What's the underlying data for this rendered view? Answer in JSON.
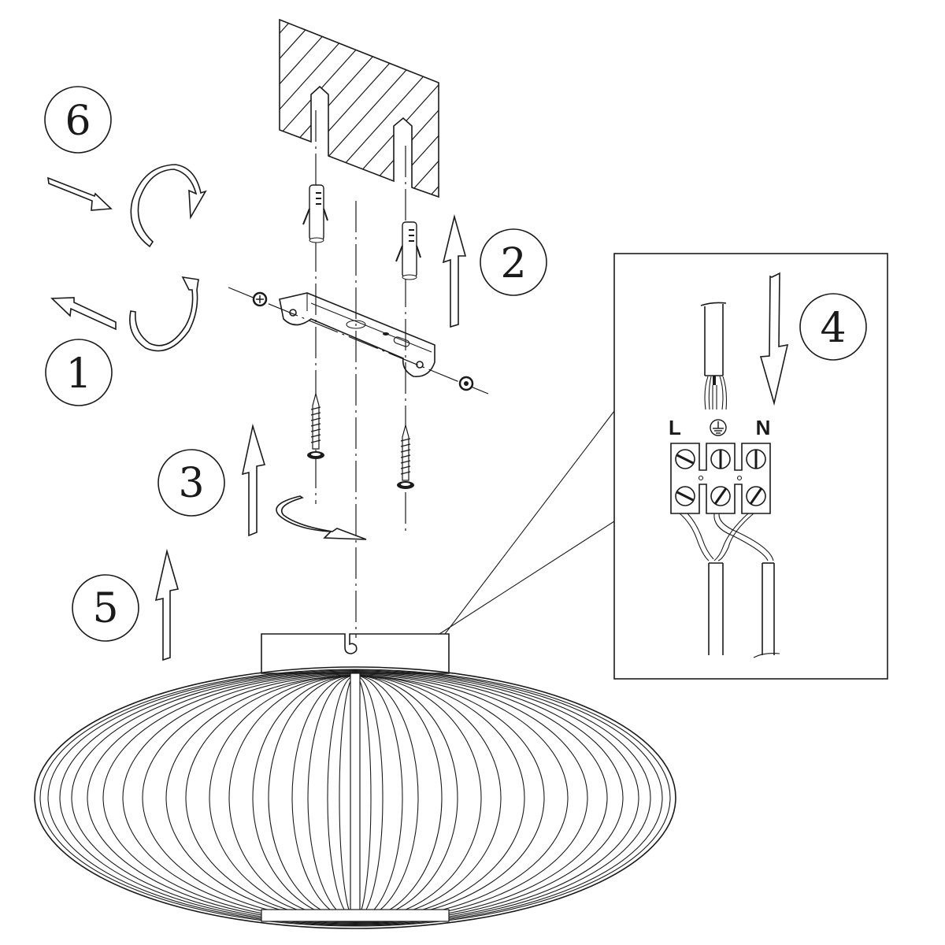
{
  "diagram": {
    "type": "ceiling lamp installation instructions",
    "background": "#ffffff",
    "line_color": "#1a1a1a",
    "steps": [
      {
        "id": "1",
        "label": "1",
        "description": "unscrew bracket screws (counter-clockwise)"
      },
      {
        "id": "2",
        "label": "2",
        "description": "insert wall plugs into ceiling holes"
      },
      {
        "id": "3",
        "label": "3",
        "description": "screw mounting bracket to ceiling"
      },
      {
        "id": "4",
        "label": "4",
        "description": "connect wires to terminal block"
      },
      {
        "id": "5",
        "label": "5",
        "description": "lift lamp to bracket"
      },
      {
        "id": "6",
        "label": "6",
        "description": "tighten bracket screws (clockwise)"
      }
    ],
    "terminal": {
      "labels": {
        "live": "L",
        "earth": "⏚",
        "neutral": "N"
      }
    },
    "parts": [
      "ceiling",
      "wall-plug",
      "mounting-bracket",
      "wood-screw",
      "side-screw",
      "lamp-canopy",
      "lamp-shade",
      "terminal-block",
      "power-cable"
    ]
  }
}
